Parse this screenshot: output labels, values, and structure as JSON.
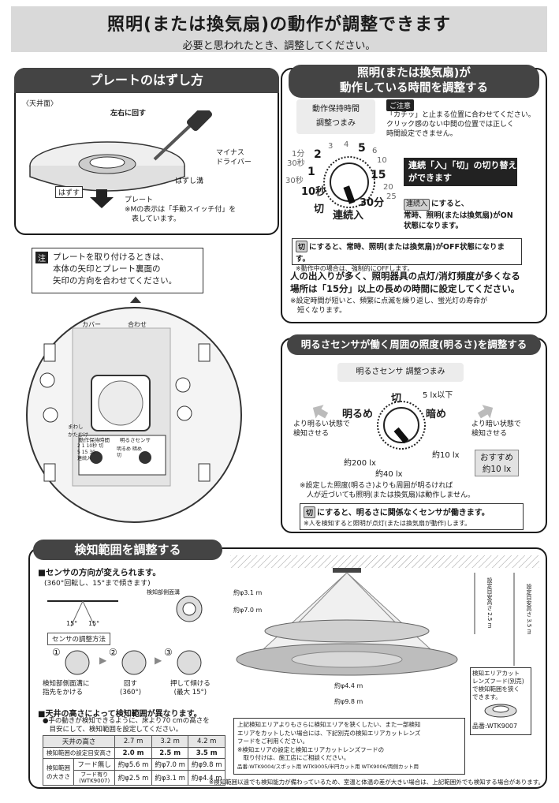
{
  "header": {
    "title": "照明(または換気扇)の動作が調整できます",
    "subtitle": "必要と思われたとき、調整してください。"
  },
  "plate": {
    "title": "プレートのはずし方",
    "ceiling": "〈天井面〉",
    "rotate": "左右に回す",
    "driver": "マイナス\nドライバー",
    "groove": "はずし溝",
    "release": "はずす",
    "plate_label": "プレート",
    "note": "※Mの表示は「手動スイッチ付」を\n　表しています。"
  },
  "note_attach": {
    "badge": "注",
    "text": "プレートを取り付けるときは、\n本体の矢印とプレート裏面の\n矢印の方向を合わせてください。"
  },
  "device": {
    "cover": "カバー",
    "align": "合わせ",
    "knob1_label": "動作保持時間",
    "knob2_label": "明るさセンサ",
    "knob1_marks": [
      "2",
      "1",
      "10秒",
      "切",
      "5",
      "15",
      "30",
      "連続入"
    ],
    "knob2_marks": [
      "明るめ",
      "暗め",
      "切"
    ],
    "manual": "まわし\nかたむけ"
  },
  "timer": {
    "title": "照明(または換気扇)が\n動作している時間を調整する",
    "knob_title": "動作保持時間\n調整つまみ",
    "caution_tag": "ご注意",
    "caution": "「カチッ」と止まる位置に合わせてください。\nクリック感のない中間の位置では正しく\n時間設定できません。",
    "dial_labels": [
      "1分",
      "30秒",
      "30秒",
      "2",
      "3",
      "4",
      "5",
      "6",
      "10",
      "15",
      "20",
      "25",
      "30分",
      "1",
      "10秒",
      "切",
      "連続入"
    ],
    "switch_title": "連続「入」「切」の切り替え\nができます",
    "continuous_tag": "連続入",
    "continuous_text": "にすると、\n常時、照明(または換気扇)がON\n状態になります。",
    "off_tag": "切",
    "off_text": "にすると、常時、照明(または換気扇)がOFF状態になります。",
    "off_note": "※動作中の場合は、強制的にOFFします。",
    "advice": "人の出入りが多く、照明器具の点灯/消灯頻度が多くなる\n場所は「15分」以上の長めの時間に設定してください。",
    "advice_note": "※設定時間が短いと、頻繁に点滅を繰り返し、蛍光灯の寿命が\n　短くなります。"
  },
  "brightness": {
    "title": "明るさセンサが働く周囲の照度(明るさ)を調整する",
    "knob_title": "明るさセンサ 調整つまみ",
    "off": "切",
    "bright": "明るめ",
    "dark": "暗め",
    "lx5": "5 lx以下",
    "lx200": "約200 lx",
    "lx40": "約40 lx",
    "lx10": "約10 lx",
    "left_text": "より明るい状態で\n検知させる",
    "right_text": "より暗い状態で\n検知させる",
    "recommend": "おすすめ\n約10 lx",
    "note1": "※設定した照度(明るさ)よりも周囲が明るければ\n　人が近づいても照明(または換気扇)は動作しません。",
    "off_tag": "切",
    "off_text": "にすると、明るさに関係なくセンサが働きます。",
    "off_note": "※人を検知すると照明が点灯(または換気扇が動作)します。"
  },
  "range": {
    "title": "検知範囲を調整する",
    "direction": "■センサの方向が変えられます。",
    "direction_sub": "(360°回転し、15°まで傾きます)",
    "side_groove": "検知部側面溝",
    "angle1": "15°",
    "angle2": "15°",
    "method": "センサの調整方法",
    "steps": [
      {
        "num": "①",
        "text": "検知部側面溝に\n指先をかける"
      },
      {
        "num": "②",
        "text": "回す\n(360°)"
      },
      {
        "num": "③",
        "text": "押して傾ける\n(最大 15°)"
      }
    ],
    "height_title": "■天井の高さによって検知範囲が異なります。",
    "height_sub": "●手の動きが検知できるように、床より70 cmの高さを\n　目安にして、検知範囲を設定してください。",
    "table_header": [
      "天井の高さ",
      "2.7 m",
      "3.2 m",
      "4.2 m"
    ],
    "table_row1": [
      "検知範囲の設定目安高さ",
      "2.0 m",
      "2.5 m",
      "3.5 m"
    ],
    "table_row2_label": "検知範囲\nの大きさ",
    "table_row2": [
      "フード無し",
      "約φ5.6 m",
      "約φ7.0 m",
      "約φ9.8 m"
    ],
    "table_row3": [
      "フード有り\n(WTK9007)",
      "約φ2.5 m",
      "約φ3.1 m",
      "約φ4.4 m"
    ],
    "d31": "約φ3.1 m",
    "d70": "約φ7.0 m",
    "d44": "約φ4.4 m",
    "d98": "約φ9.8 m",
    "h25": "設定目安高さ 2.5 m",
    "h35": "設定目安高さ 3.5 m",
    "hood_box": "検知エリアカット\nレンズフード(別売)\nで検知範囲を狭く\nできます。",
    "hood_model": "品番:WTK9007",
    "info": "上記検知エリアよりもさらに検知エリアを狭くしたい、また一部検知\nエリアをカットしたい場合には、下記別売の検知エリアカットレンズ\nフードをご利用ください。\n※検知エリアの設定と検知エリアカットレンズフードの\n　取り付けは、施工店にご相談ください。",
    "models": "品番:WTK9004/スポット用 WTK9005/半円カット用 WTK9006/両側カット用",
    "footer": "※検知範囲以遠でも検知能力が備わっているため、室温と体温の差が大きい場合は、上記範囲外でも検知する場合があります。"
  }
}
